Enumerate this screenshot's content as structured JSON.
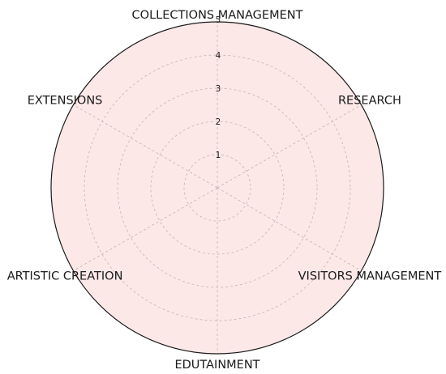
{
  "chart_data": {
    "type": "radar",
    "axes": [
      "COLLECTIONS MANAGEMENT",
      "RESEARCH",
      "VISITORS MANAGEMENT",
      "EDUTAINMENT",
      "ARTISTIC CREATION",
      "EXTENSIONS"
    ],
    "rlim": [
      0,
      5
    ],
    "ticks": [
      "1",
      "2",
      "3",
      "4",
      "5"
    ],
    "series": [],
    "grid": true,
    "background_color": "#fde8e8",
    "outline_color": "#1a1a1a"
  }
}
